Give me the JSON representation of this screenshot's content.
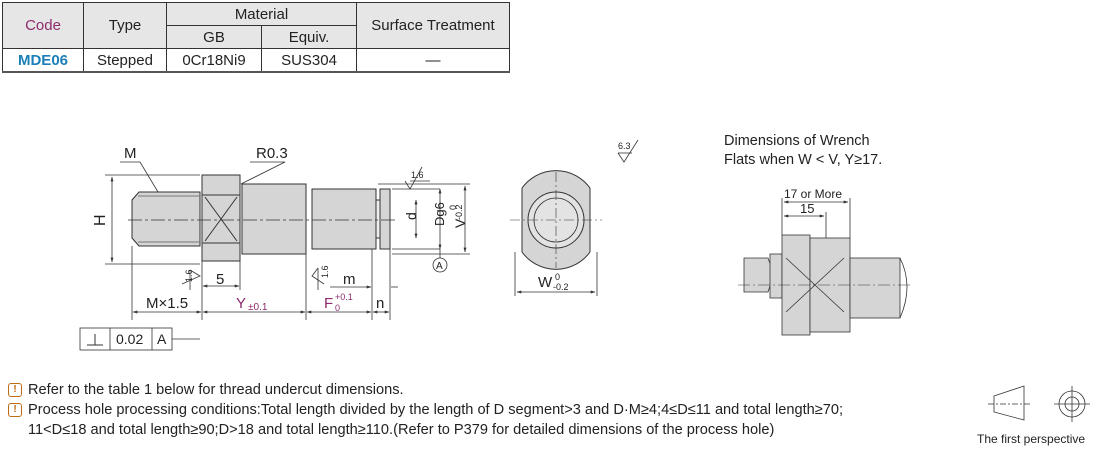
{
  "table": {
    "headers": {
      "code": "Code",
      "type": "Type",
      "material": "Material",
      "gb": "GB",
      "equiv": "Equiv.",
      "surface": "Surface Treatment"
    },
    "row": {
      "code": "MDE06",
      "type": "Stepped",
      "gb": "0Cr18Ni9",
      "equiv": "SUS304",
      "surface": "—"
    }
  },
  "drawing": {
    "labels": {
      "m": "M",
      "r": "R0.3",
      "h": "H",
      "d": "d",
      "dg6": "Dg6",
      "v": "V",
      "v_tol_upper": "0",
      "v_tol_lower": "-0.2",
      "five": "5",
      "mx": "M×1.5",
      "y": "Y",
      "y_tol": "±0.1",
      "f": "F",
      "f_tol_upper": "+0.1",
      "f_tol_lower": "0",
      "m_small": "m",
      "n": "n",
      "datum": "A",
      "perp_value": "0.02",
      "perp_ref": "A",
      "rough_16a": "1.6",
      "rough_16b": "1.6",
      "rough_16c": "1.6",
      "rough_63": "6.3",
      "w": "W",
      "w_tol_upper": "0",
      "w_tol_lower": "-0.2",
      "wrench_17": "17 or More",
      "wrench_15": "15"
    },
    "colors": {
      "purple": "#8e2a6e",
      "fill": "#d5d5d5"
    }
  },
  "wrench": {
    "title_line1": "Dimensions of Wrench",
    "title_line2": "Flats when W < V, Y≥17."
  },
  "notes": [
    "Refer to the table 1 below for thread undercut dimensions.",
    "Process hole processing conditions:Total length divided by the length of D segment>3 and D·M≥4;4≤D≤11 and total length≥70;",
    "11<D≤18 and total length≥90;D>18 and total length≥110.(Refer to P379 for detailed dimensions of the process hole)"
  ],
  "perspective_label": "The first perspective"
}
